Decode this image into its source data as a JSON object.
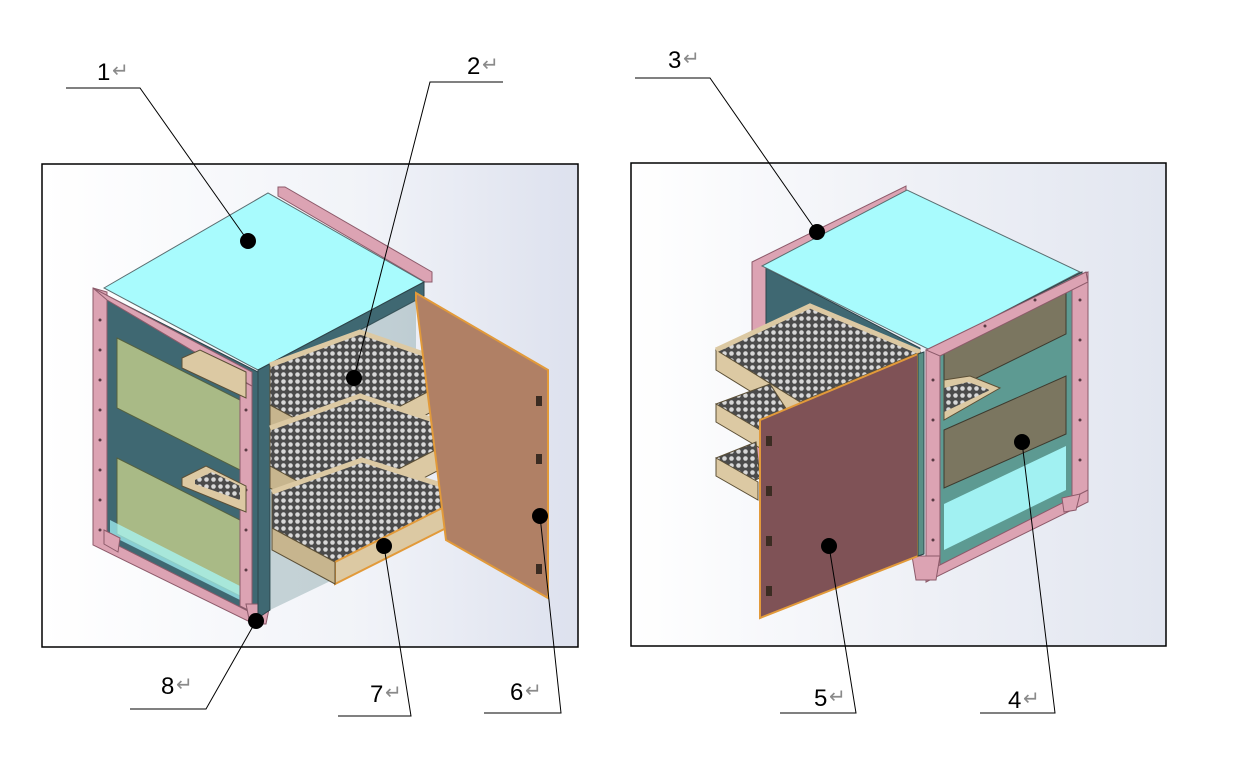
{
  "return_mark": "↵",
  "callouts": [
    {
      "num": "1"
    },
    {
      "num": "2"
    },
    {
      "num": "3"
    },
    {
      "num": "4"
    },
    {
      "num": "5"
    },
    {
      "num": "6"
    },
    {
      "num": "7"
    },
    {
      "num": "8"
    }
  ],
  "colors": {
    "top": "#a8fbfd",
    "frame": "#dca3b3",
    "frame_dark": "#b9788d",
    "inner_dark": "#3f6872",
    "panel_green": "#a9ba86",
    "panel_olive": "#7b7660",
    "tray_wood": "#dcc9a3",
    "door_left": "#b08065",
    "door_right": "#7f5256",
    "door_edge": "#e29a3a",
    "mesh": "#5c5c5c"
  }
}
